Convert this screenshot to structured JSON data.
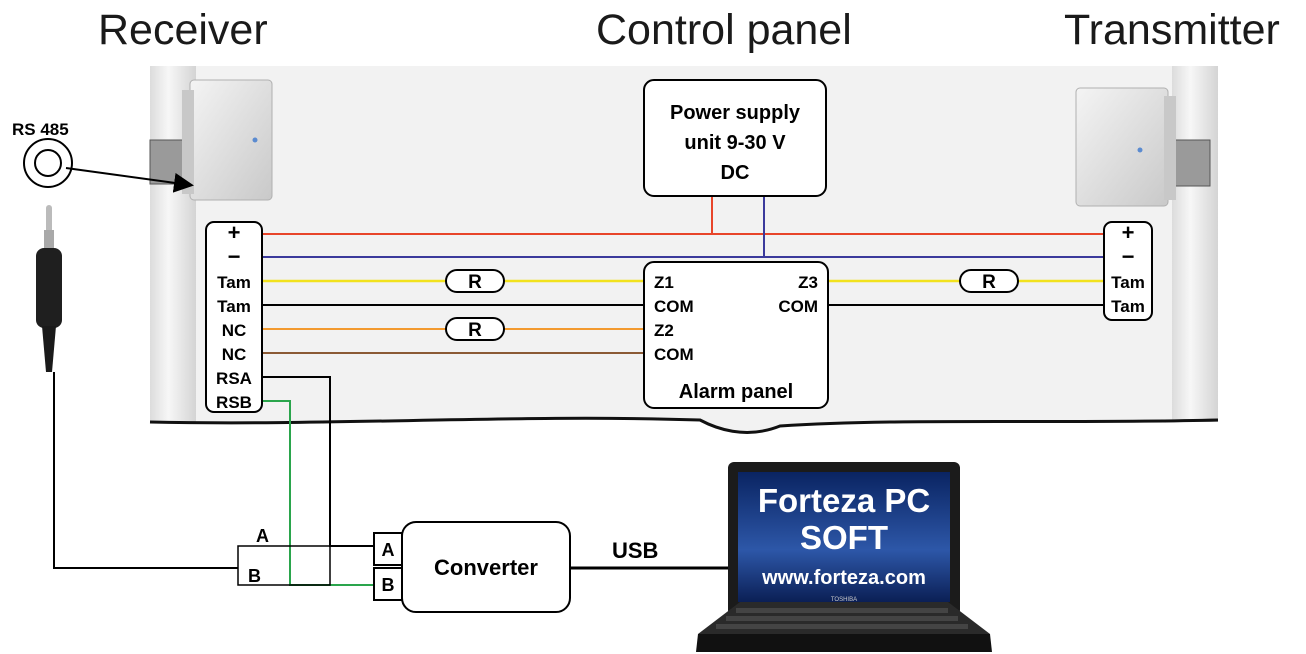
{
  "headers": {
    "receiver": "Receiver",
    "control_panel": "Control panel",
    "transmitter": "Transmitter"
  },
  "rs485_label": "RS 485",
  "power_supply": {
    "line1": "Power supply",
    "line2": "unit 9-30 V",
    "line3": "DC"
  },
  "receiver_terminals": [
    "+",
    "−",
    "Tam",
    "Tam",
    "NC",
    "NC",
    "RSA",
    "RSB"
  ],
  "transmitter_terminals": [
    "+",
    "−",
    "Tam",
    "Tam"
  ],
  "alarm_panel": {
    "title": "Alarm panel",
    "left_terminals": [
      "Z1",
      "COM",
      "Z2",
      "COM"
    ],
    "right_terminals": [
      "Z3",
      "COM"
    ]
  },
  "resistor_label": "R",
  "converter": {
    "title": "Converter",
    "terminal_a": "A",
    "terminal_b": "B"
  },
  "splice_labels": {
    "a": "A",
    "b": "B"
  },
  "usb_label": "USB",
  "laptop_screen": {
    "line1": "Forteza PC",
    "line2": "SOFT",
    "line3": "www.forteza.com",
    "brand": "TOSHIBA"
  },
  "colors": {
    "positive_wire": "#e8452a",
    "negative_wire": "#3b3a9c",
    "tamper_wire": "#f2e21e",
    "nc_orange_wire": "#f39a2f",
    "nc_brown_wire": "#8b5a35",
    "rsb_wire": "#2aa54c",
    "laptop_screen": "#0d2b72"
  }
}
